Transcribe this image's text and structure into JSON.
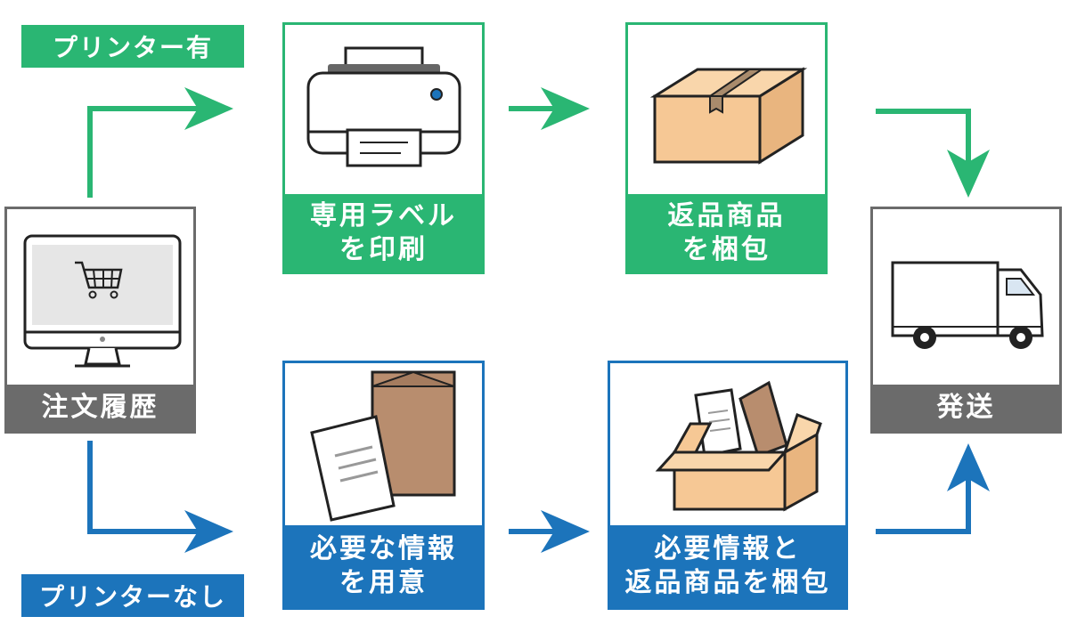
{
  "colors": {
    "with_printer": "#2ab673",
    "without_printer": "#1c74bb",
    "neutral": "#6b6b6b"
  },
  "tags": {
    "with_printer": "プリンター有",
    "without_printer": "プリンターなし"
  },
  "nodes": {
    "order_history": {
      "line1": "注文履歴",
      "icon": "computer-cart-icon"
    },
    "print_label": {
      "line1": "専用ラベル",
      "line2": "を印刷",
      "icon": "printer-icon"
    },
    "pack_return": {
      "line1": "返品商品",
      "line2": "を梱包",
      "icon": "box-icon"
    },
    "prepare_info": {
      "line1": "必要な情報",
      "line2": "を用意",
      "icon": "document-envelope-icon"
    },
    "pack_info_return": {
      "line1": "必要情報と",
      "line2": "返品商品を梱包",
      "icon": "open-box-icon"
    },
    "ship": {
      "line1": "発送",
      "icon": "truck-icon"
    }
  }
}
